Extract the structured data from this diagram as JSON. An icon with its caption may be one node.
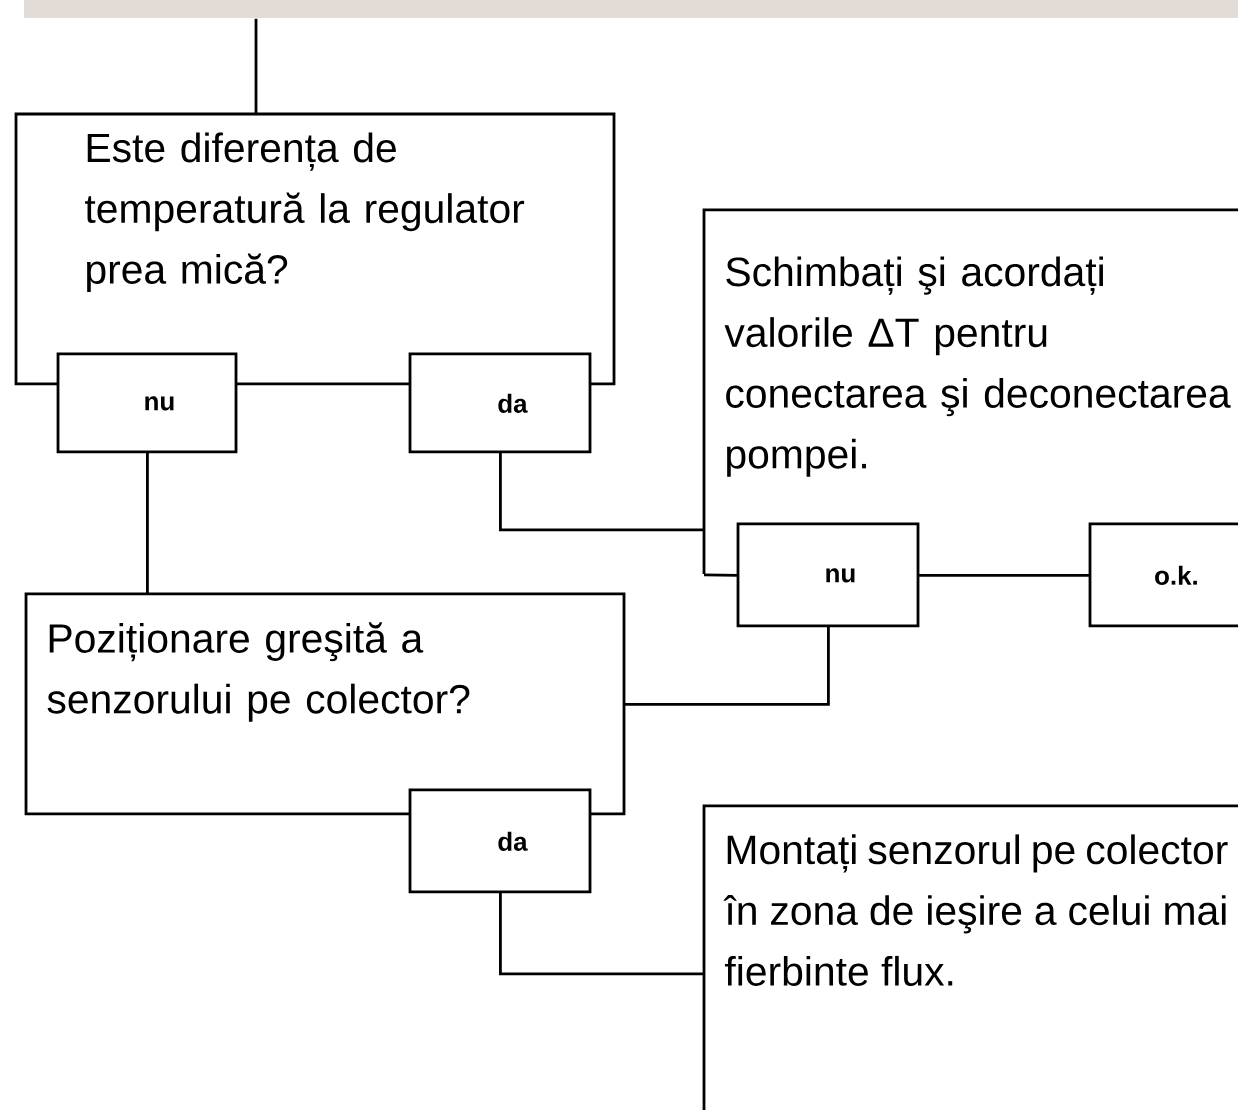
{
  "diagram": {
    "nodes": [
      {
        "text": [],
        "shape": "bar"
      },
      {
        "text": [
          "Este diferența de temperatură la regulator prea mică?"
        ]
      },
      {
        "text": [
          "nu"
        ]
      },
      {
        "text": [
          "da"
        ]
      },
      {
        "text": [
          "Schimbați şi acordați valorile ΔT pentru conectarea şi deconectarea pompei."
        ]
      },
      {
        "text": [
          "nu"
        ]
      },
      {
        "text": [
          "o.k."
        ]
      },
      {
        "text": [
          "Poziționare greşită a senzorului pe colector?"
        ]
      },
      {
        "text": [
          "da"
        ]
      },
      {
        "text": [
          "Montați senzorul pe colector în zona de ieşire a celui mai fierbinte flux."
        ]
      }
    ],
    "edges": [
      {
        "from": 0,
        "to": 1,
        "arrow": "none"
      },
      {
        "from": 2,
        "to": 7,
        "arrow": "none"
      },
      {
        "from": 3,
        "to": 4,
        "arrow": "none"
      },
      {
        "from": 4,
        "to": 5,
        "arrow": "none"
      },
      {
        "from": 5,
        "to": 6,
        "arrow": "none"
      },
      {
        "from": 5,
        "to": 7,
        "arrow": "none"
      },
      {
        "from": 8,
        "to": 9,
        "arrow": "none"
      }
    ]
  }
}
